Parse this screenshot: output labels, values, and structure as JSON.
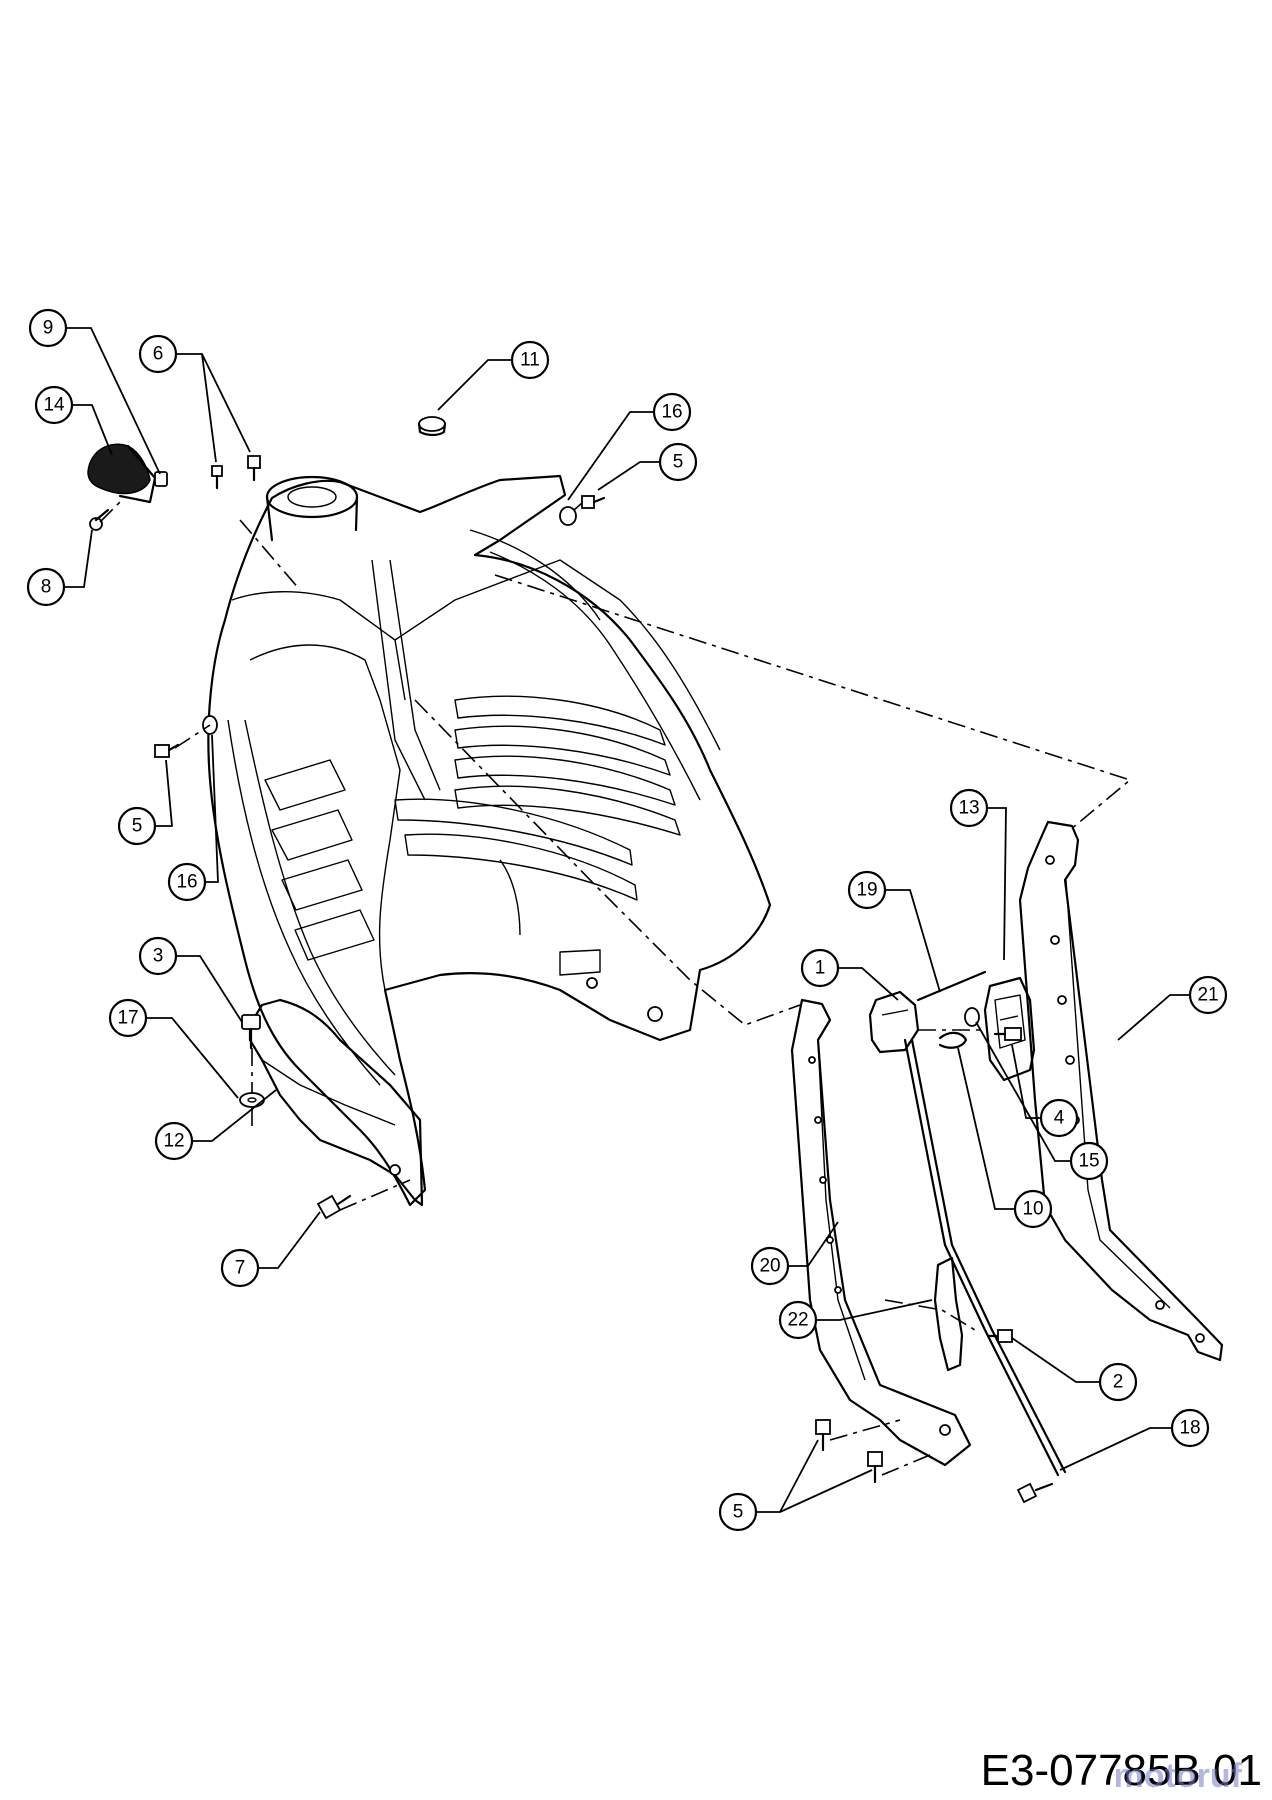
{
  "diagram": {
    "drawing_code": "E3-07785B 01",
    "watermark": "motoruf",
    "callouts": [
      {
        "id": "c9",
        "label": "9"
      },
      {
        "id": "c6",
        "label": "6"
      },
      {
        "id": "c11",
        "label": "11"
      },
      {
        "id": "c14",
        "label": "14"
      },
      {
        "id": "c16a",
        "label": "16"
      },
      {
        "id": "c5a",
        "label": "5"
      },
      {
        "id": "c8",
        "label": "8"
      },
      {
        "id": "c5b",
        "label": "5"
      },
      {
        "id": "c16b",
        "label": "16"
      },
      {
        "id": "c13",
        "label": "13"
      },
      {
        "id": "c19",
        "label": "19"
      },
      {
        "id": "c3",
        "label": "3"
      },
      {
        "id": "c1",
        "label": "1"
      },
      {
        "id": "c21",
        "label": "21"
      },
      {
        "id": "c17",
        "label": "17"
      },
      {
        "id": "c4",
        "label": "4"
      },
      {
        "id": "c12",
        "label": "12"
      },
      {
        "id": "c15",
        "label": "15"
      },
      {
        "id": "c10",
        "label": "10"
      },
      {
        "id": "c20",
        "label": "20"
      },
      {
        "id": "c7",
        "label": "7"
      },
      {
        "id": "c22",
        "label": "22"
      },
      {
        "id": "c2",
        "label": "2"
      },
      {
        "id": "c18",
        "label": "18"
      },
      {
        "id": "c5c",
        "label": "5"
      }
    ]
  }
}
